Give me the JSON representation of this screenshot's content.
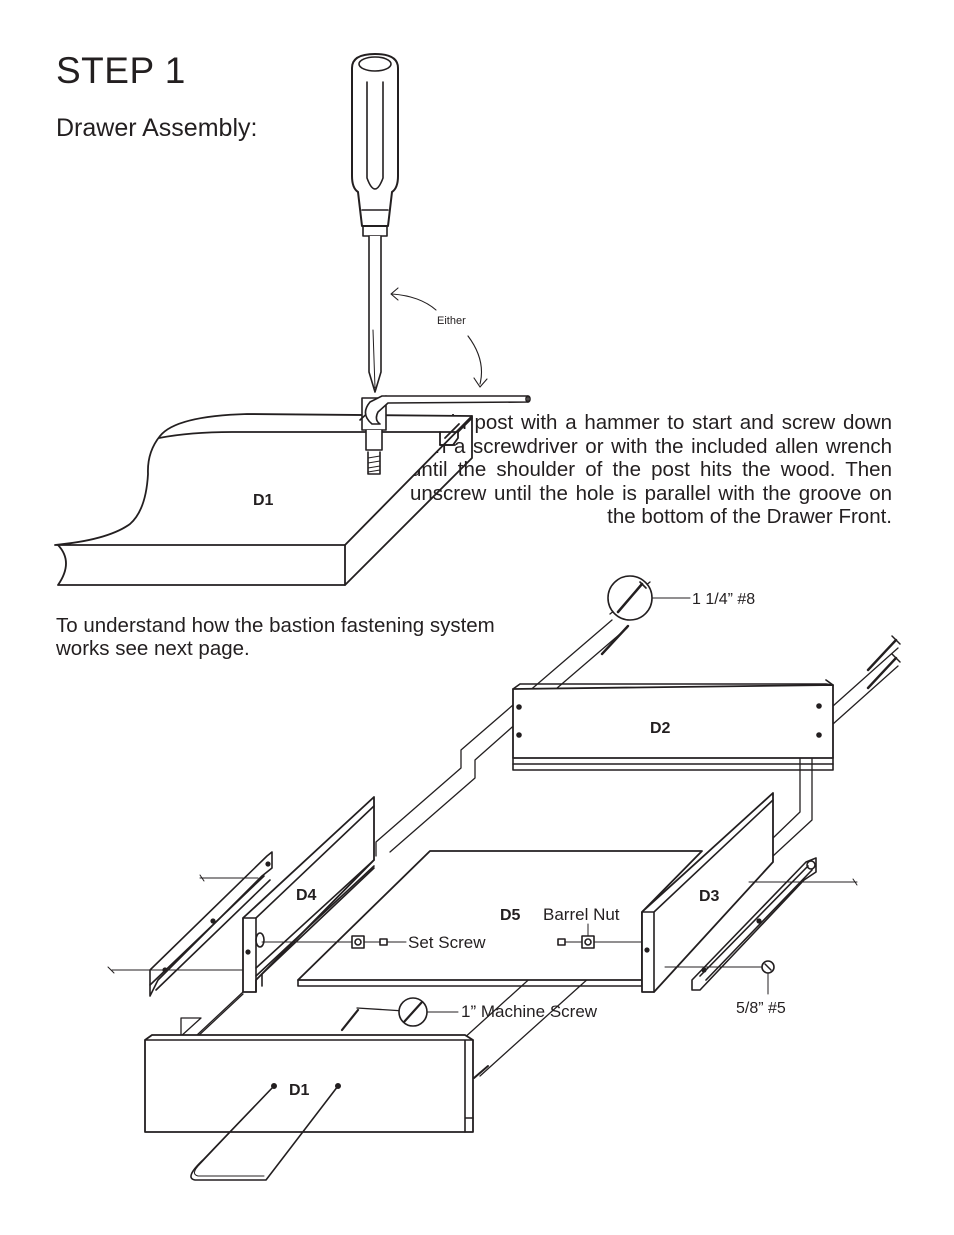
{
  "header": {
    "step": "STEP 1",
    "subtitle": "Drawer Assembly:"
  },
  "instructions": "Tap in post with a hammer to start and screw down with a screwdriver or with the included allen wrench until the shoulder of the post hits the wood. Then unscrew until the hole is parallel with the groove on the bottom of the Drawer Front.",
  "note": "To  understand how the bastion fastening system works see next page.",
  "labels": {
    "either": "Either",
    "d1_top": "D1",
    "d1_bottom": "D1",
    "d2": "D2",
    "d3": "D3",
    "d4": "D4",
    "d5": "D5",
    "barrel_nut": "Barrel Nut",
    "set_screw": "Set Screw",
    "machine_screw": "1” Machine Screw",
    "screw_8": "1 1/4” #8",
    "screw_5": "5/8” #5"
  }
}
